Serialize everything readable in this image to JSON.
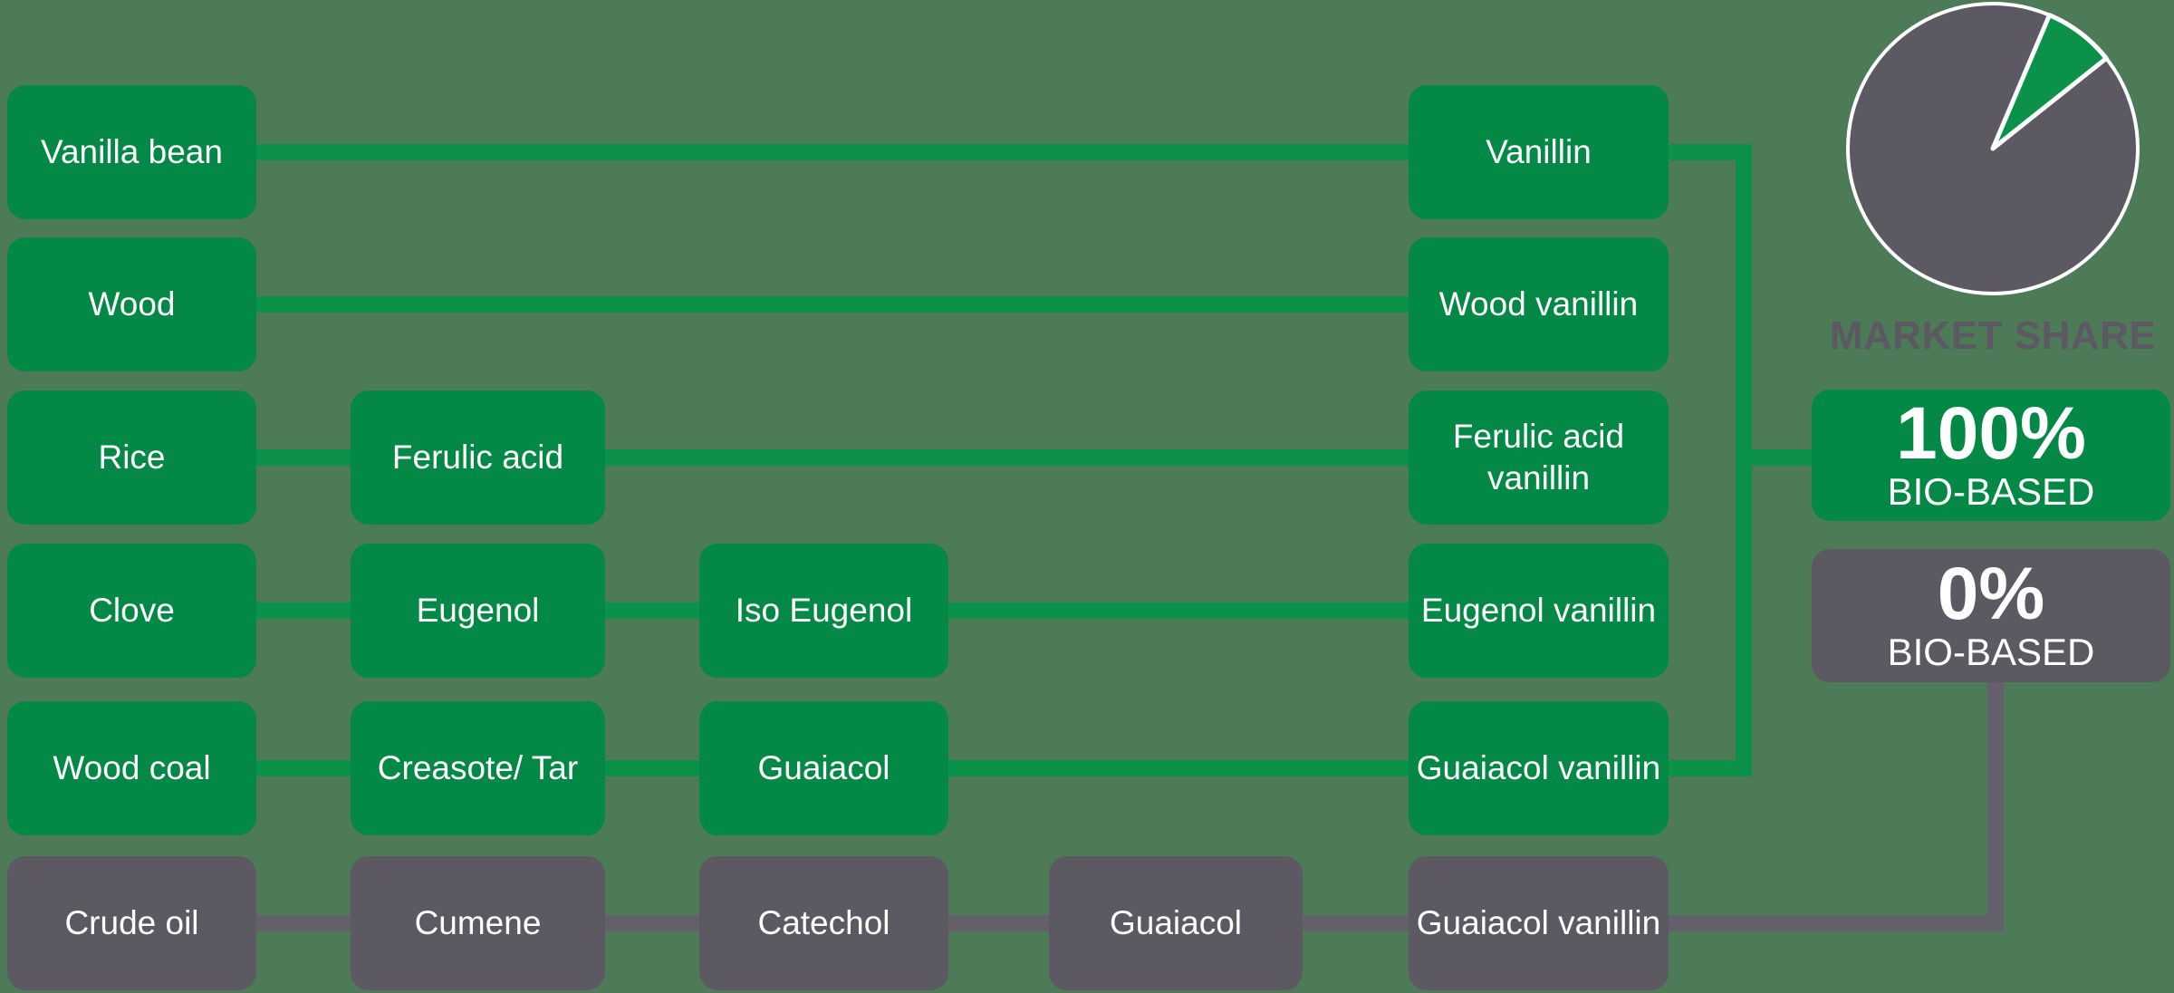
{
  "colors": {
    "bg": "#4D7A57",
    "green_box": "#048845",
    "green_line": "#0B9149",
    "gray_box": "#5C5963",
    "gray_line": "#63606B",
    "gray_text": "#5C5963",
    "text": "#FFFFFF"
  },
  "nodes": {
    "vanilla_bean": {
      "label": "Vanilla bean"
    },
    "wood": {
      "label": "Wood"
    },
    "rice": {
      "label": "Rice"
    },
    "clove": {
      "label": "Clove"
    },
    "wood_coal": {
      "label": "Wood coal"
    },
    "crude_oil": {
      "label": "Crude oil"
    },
    "ferulic_acid": {
      "label": "Ferulic acid"
    },
    "eugenol": {
      "label": "Eugenol"
    },
    "creasote_tar": {
      "label": "Creasote/ Tar"
    },
    "cumene": {
      "label": "Cumene"
    },
    "iso_eugenol": {
      "label": "Iso Eugenol"
    },
    "guaiacol_bio": {
      "label": "Guaiacol"
    },
    "catechol": {
      "label": "Catechol"
    },
    "guaiacol_syn": {
      "label": "Guaiacol"
    },
    "vanillin": {
      "label": "Vanillin"
    },
    "wood_vanillin": {
      "label": "Wood vanillin"
    },
    "ferulic_acid_vanillin": {
      "label": "Ferulic acid\nvanillin"
    },
    "eugenol_vanillin": {
      "label": "Eugenol vanillin"
    },
    "guaiacol_vanillin_bio": {
      "label": "Guaiacol vanillin"
    },
    "guaiacol_vanillin_syn": {
      "label": "Guaiacol vanillin"
    }
  },
  "market_share": {
    "title": "MARKET SHARE",
    "bio": {
      "percent": "100%",
      "sub": "BIO-BASED"
    },
    "synthetic": {
      "percent": "0%",
      "sub": "BIO-BASED"
    }
  },
  "chart_data": {
    "type": "pie",
    "title": "MARKET SHARE",
    "slices": [
      {
        "label": "synthetic vanillin (0% bio-based)",
        "value": 92,
        "color": "#5C5963"
      },
      {
        "label": "bio-based vanillin (100% bio-based)",
        "value": 8,
        "color": "#0B9149"
      }
    ],
    "legend_position": "none"
  }
}
